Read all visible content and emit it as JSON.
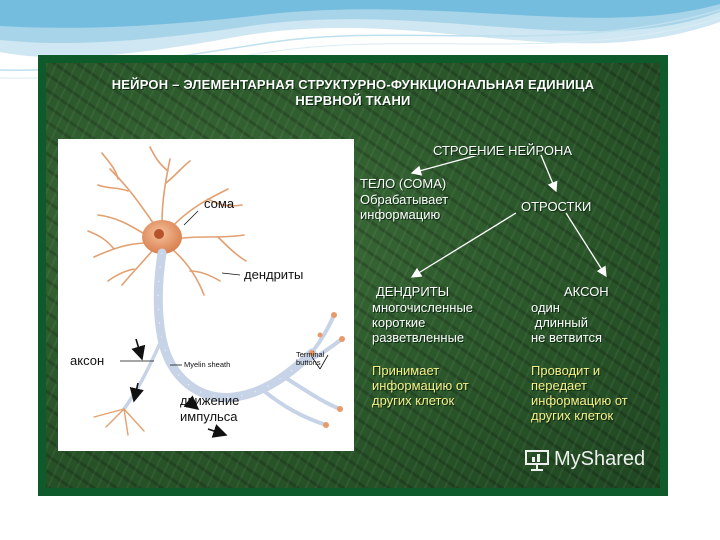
{
  "slide": {
    "title_line_1": "НЕЙРОН – ЭЛЕМЕНТАРНАЯ СТРУКТУРНО-ФУНКЦИОНАЛЬНАЯ ЕДИНИЦА",
    "title_line_2": "НЕРВНОЙ ТКАНИ",
    "structure_heading": "СТРОЕНИЕ НЕЙРОНА",
    "body": {
      "heading": "ТЕЛО (СОМА)",
      "description": "Обрабатывает\nинформацию"
    },
    "processes_heading": "ОТРОСТКИ",
    "dendrites": {
      "heading": "ДЕНДРИТЫ",
      "traits": "многочисленные\nкороткие\nразветвленные",
      "function": "Принимает\nинформацию от\nдругих клеток"
    },
    "axon": {
      "heading": "АКСОН",
      "traits": "один\n длинный\nне ветвится",
      "function": "Проводит и\nпередает\nинформацию от\nдругих клеток"
    }
  },
  "neuron_image": {
    "soma_label": "сома",
    "dendrites_label": "дендриты",
    "axon_label": "аксон",
    "myelin_label": "Myelin sheath",
    "terminal_label": "Terminal\nbuttons",
    "impulse_label": "движение\nимпульса"
  },
  "watermark": "MyShared",
  "colors": {
    "frame": "#0f5a2a",
    "panel_green": "#2d5a2c",
    "highlight_text": "#f7f08a",
    "soma": "#e59a6c",
    "axon": "#c7d3e6"
  }
}
